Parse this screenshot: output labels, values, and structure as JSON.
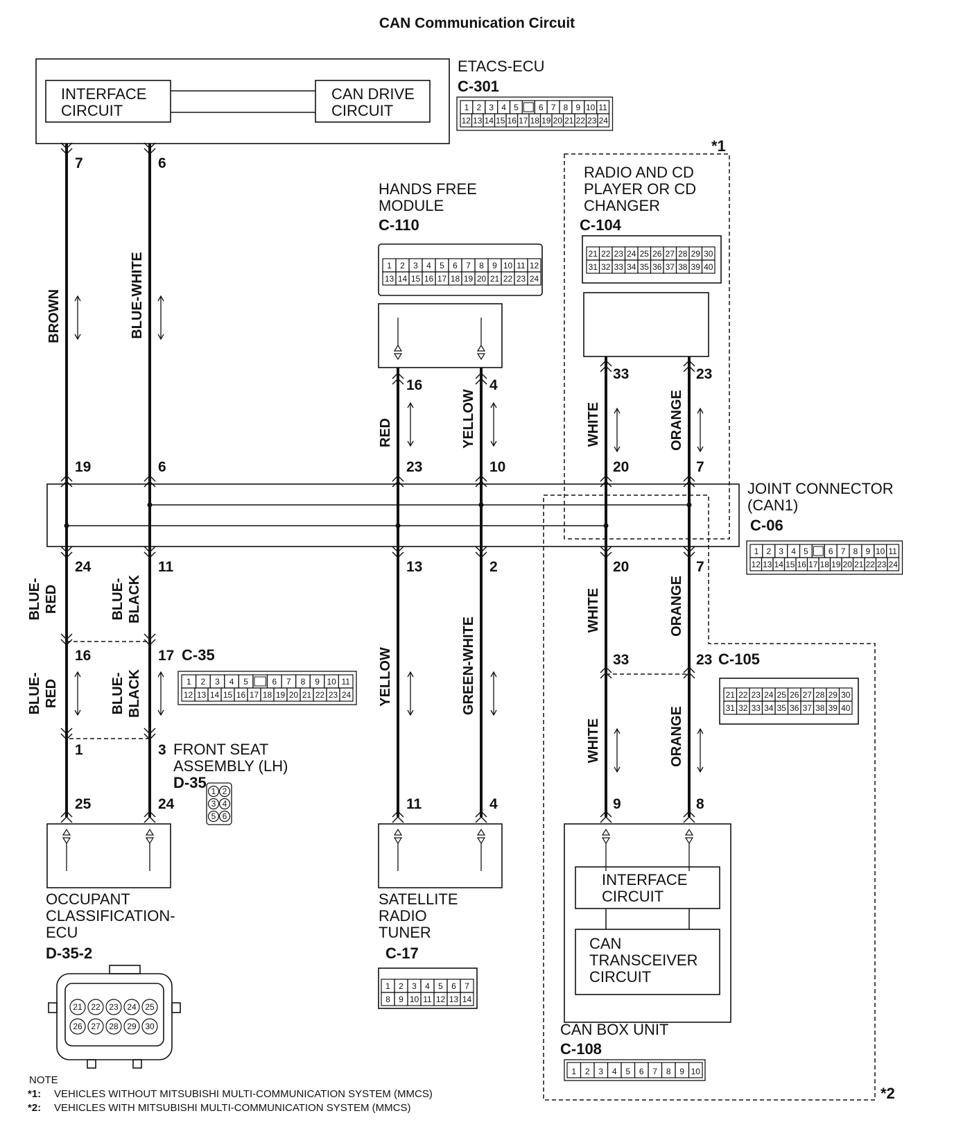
{
  "title": "CAN Communication Circuit",
  "etacs": {
    "name": "ETACS-ECU",
    "connector": "C-301",
    "interface_l1": "INTERFACE",
    "interface_l2": "CIRCUIT",
    "candrive_l1": "CAN DRIVE",
    "candrive_l2": "CIRCUIT"
  },
  "hands_free": {
    "l1": "HANDS FREE",
    "l2": "MODULE",
    "connector": "C-110"
  },
  "radio": {
    "l1": "RADIO AND CD",
    "l2": "PLAYER OR CD",
    "l3": "CHANGER",
    "connector": "C-104"
  },
  "joint": {
    "l1": "JOINT CONNECTOR",
    "l2": "(CAN1)",
    "connector": "C-06"
  },
  "c35": {
    "connector": "C-35"
  },
  "c105": {
    "connector": "C-105"
  },
  "front_seat": {
    "l1": "FRONT SEAT",
    "l2": "ASSEMBLY (LH)",
    "connector": "D-35"
  },
  "occupant": {
    "l1": "OCCUPANT",
    "l2": "CLASSIFICATION-",
    "l3": "ECU",
    "connector": "D-35-2"
  },
  "satellite": {
    "l1": "SATELLITE",
    "l2": "RADIO",
    "l3": "TUNER",
    "connector": "C-17"
  },
  "canbox": {
    "name": "CAN BOX UNIT",
    "connector": "C-108",
    "interface_l1": "INTERFACE",
    "interface_l2": "CIRCUIT",
    "trans_l1": "CAN",
    "trans_l2": "TRANSCEIVER",
    "trans_l3": "CIRCUIT"
  },
  "wires": {
    "brown": "BROWN",
    "blue_white": "BLUE-WHITE",
    "red": "RED",
    "yellow_top": "YELLOW",
    "white_top": "WHITE",
    "orange_top": "ORANGE",
    "blue_red_a1": "BLUE-",
    "blue_red_a2": "RED",
    "blue_black_a1": "BLUE-",
    "blue_black_a2": "BLACK",
    "blue_red_b1": "BLUE-",
    "blue_red_b2": "RED",
    "blue_black_b1": "BLUE-",
    "blue_black_b2": "BLACK",
    "yellow_mid": "YELLOW",
    "green_white": "GREEN-WHITE",
    "white_mid": "WHITE",
    "orange_mid": "ORANGE",
    "white_low": "WHITE",
    "orange_low": "ORANGE"
  },
  "pins": {
    "e7": "7",
    "e6": "6",
    "j19": "19",
    "j6": "6",
    "j24": "24",
    "j11": "11",
    "c35_16": "16",
    "c35_17": "17",
    "d35_1": "1",
    "d35_3": "3",
    "o25": "25",
    "o24": "24",
    "h16": "16",
    "h4": "4",
    "j23": "23",
    "j10": "10",
    "j13": "13",
    "j2": "2",
    "s11": "11",
    "s4": "4",
    "r33": "33",
    "r23": "23",
    "j20": "20",
    "j7": "7",
    "j20b": "20",
    "j7b": "7",
    "c105_33": "33",
    "c105_23": "23",
    "b9": "9",
    "b8": "8"
  },
  "markers": {
    "star1": "*1",
    "star2": "*2"
  },
  "notes": {
    "heading": "NOTE",
    "n1_mark": "*1:",
    "n1": "VEHICLES WITHOUT MITSUBISHI MULTI-COMMUNICATION SYSTEM (MMCS)",
    "n2_mark": "*2:",
    "n2": "VEHICLES WITH MITSUBISHI MULTI-COMMUNICATION SYSTEM (MMCS)"
  },
  "connector_cells": {
    "c301_top": [
      "1",
      "2",
      "3",
      "4",
      "5",
      "",
      "6",
      "7",
      "8",
      "9",
      "10",
      "11"
    ],
    "c301_bot": [
      "12",
      "13",
      "14",
      "15",
      "16",
      "17",
      "18",
      "19",
      "20",
      "21",
      "22",
      "23",
      "24"
    ],
    "c110_top": [
      "1",
      "2",
      "3",
      "4",
      "5",
      "6",
      "7",
      "8",
      "9",
      "10",
      "11",
      "12"
    ],
    "c110_bot": [
      "13",
      "14",
      "15",
      "16",
      "17",
      "18",
      "19",
      "20",
      "21",
      "22",
      "23",
      "24"
    ],
    "c104_top": [
      "21",
      "22",
      "23",
      "24",
      "25",
      "26",
      "27",
      "28",
      "29",
      "30"
    ],
    "c104_bot": [
      "31",
      "32",
      "33",
      "34",
      "35",
      "36",
      "37",
      "38",
      "39",
      "40"
    ],
    "c06_top": [
      "1",
      "2",
      "3",
      "4",
      "5",
      "",
      "6",
      "7",
      "8",
      "9",
      "10",
      "11"
    ],
    "c06_bot": [
      "12",
      "13",
      "14",
      "15",
      "16",
      "17",
      "18",
      "19",
      "20",
      "21",
      "22",
      "23",
      "24"
    ],
    "c35_top": [
      "1",
      "2",
      "3",
      "4",
      "5",
      "",
      "6",
      "7",
      "8",
      "9",
      "10",
      "11"
    ],
    "c35_bot": [
      "12",
      "13",
      "14",
      "15",
      "16",
      "17",
      "18",
      "19",
      "20",
      "21",
      "22",
      "23",
      "24"
    ],
    "c105_top": [
      "21",
      "22",
      "23",
      "24",
      "25",
      "26",
      "27",
      "28",
      "29",
      "30"
    ],
    "c105_bot": [
      "31",
      "32",
      "33",
      "34",
      "35",
      "36",
      "37",
      "38",
      "39",
      "40"
    ],
    "c17_top": [
      "1",
      "2",
      "3",
      "4",
      "5",
      "6",
      "7"
    ],
    "c17_bot": [
      "8",
      "9",
      "10",
      "11",
      "12",
      "13",
      "14"
    ],
    "c108": [
      "1",
      "2",
      "3",
      "4",
      "5",
      "6",
      "7",
      "8",
      "9",
      "10"
    ],
    "d35_pins": [
      "1",
      "2",
      "3",
      "4",
      "5",
      "6"
    ],
    "d352_top": [
      "21",
      "22",
      "23",
      "24",
      "25"
    ],
    "d352_bot": [
      "26",
      "27",
      "28",
      "29",
      "30"
    ]
  }
}
